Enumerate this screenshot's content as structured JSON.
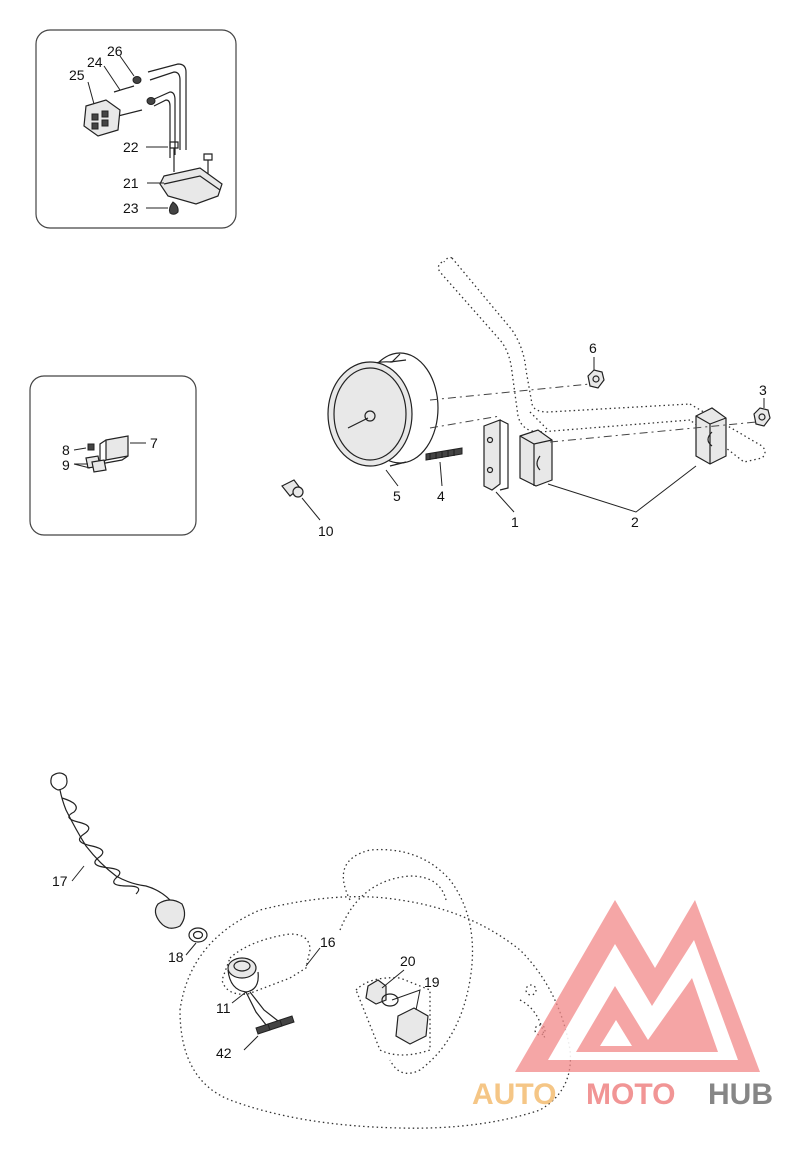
{
  "callouts": {
    "c1": "1",
    "c2": "2",
    "c3": "3",
    "c4": "4",
    "c5": "5",
    "c6": "6",
    "c7": "7",
    "c8": "8",
    "c9": "9",
    "c10": "10",
    "c11": "11",
    "c16": "16",
    "c17": "17",
    "c18": "18",
    "c19": "19",
    "c20": "20",
    "c21": "21",
    "c22": "22",
    "c23": "23",
    "c24": "24",
    "c25": "25",
    "c26": "26",
    "c42": "42"
  },
  "watermark": {
    "word_auto": "AUTO",
    "word_moto": "MOTO",
    "word_hub": "HUB",
    "colors": {
      "auto": "#f5c07a",
      "moto": "#f08a8a",
      "hub": "#7a7a7a",
      "triangle": "#f28b8b"
    }
  }
}
